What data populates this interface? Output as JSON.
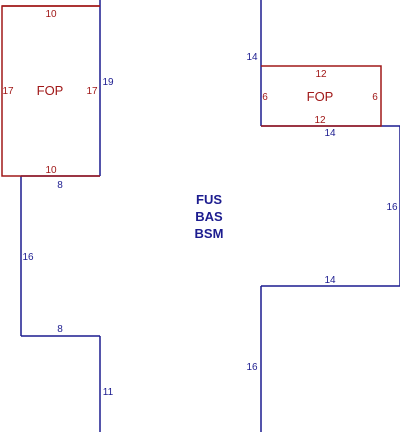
{
  "colors": {
    "building_outline": "#1c1c8f",
    "porch_outline": "#a01818",
    "background": "#ffffff"
  },
  "main_area": {
    "labels": [
      "FUS",
      "BAS",
      "BSM"
    ]
  },
  "porch_left": {
    "label": "FOP",
    "top": "10",
    "bottom": "10",
    "left": "17",
    "right": "17"
  },
  "porch_right": {
    "label": "FOP",
    "top": "12",
    "bottom": "12",
    "left": "6",
    "right": "6"
  },
  "building_dims": {
    "left_upper_edge": "19",
    "left_step_top": "8",
    "left_vertical": "16",
    "left_step_bottom": "8",
    "left_lower_edge": "11",
    "right_upper_edge": "14",
    "right_top_step": "14",
    "right_vertical": "16",
    "right_bottom_step": "14",
    "right_lower_edge": "16"
  }
}
